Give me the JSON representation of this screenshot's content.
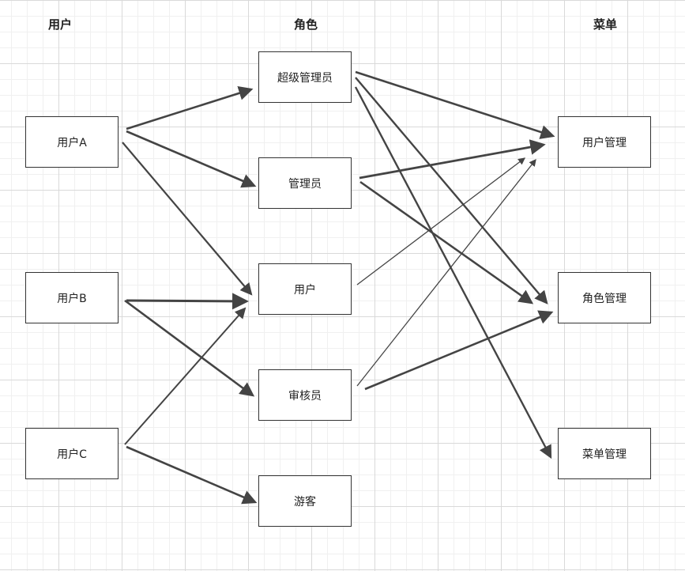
{
  "headers": {
    "users": "用户",
    "roles": "角色",
    "menus": "菜单"
  },
  "users": [
    {
      "label": "用户A"
    },
    {
      "label": "用户B"
    },
    {
      "label": "用户C"
    }
  ],
  "roles": [
    {
      "label": "超级管理员"
    },
    {
      "label": "管理员"
    },
    {
      "label": "用户"
    },
    {
      "label": "审核员"
    },
    {
      "label": "游客"
    }
  ],
  "menus": [
    {
      "label": "用户管理"
    },
    {
      "label": "角色管理"
    },
    {
      "label": "菜单管理"
    }
  ],
  "user_role_links": [
    {
      "from": "用户A",
      "to": "超级管理员"
    },
    {
      "from": "用户A",
      "to": "管理员"
    },
    {
      "from": "用户A",
      "to": "用户"
    },
    {
      "from": "用户B",
      "to": "用户"
    },
    {
      "from": "用户B",
      "to": "审核员"
    },
    {
      "from": "用户C",
      "to": "用户"
    },
    {
      "from": "用户C",
      "to": "游客"
    }
  ],
  "role_menu_links": [
    {
      "from": "超级管理员",
      "to": "用户管理"
    },
    {
      "from": "超级管理员",
      "to": "角色管理"
    },
    {
      "from": "超级管理员",
      "to": "菜单管理"
    },
    {
      "from": "管理员",
      "to": "用户管理"
    },
    {
      "from": "管理员",
      "to": "角色管理"
    },
    {
      "from": "用户",
      "to": "用户管理"
    },
    {
      "from": "审核员",
      "to": "用户管理"
    },
    {
      "from": "审核员",
      "to": "角色管理"
    }
  ],
  "colors": {
    "line": "#444444",
    "border": "#333333",
    "grid": "#d9d9d9"
  }
}
